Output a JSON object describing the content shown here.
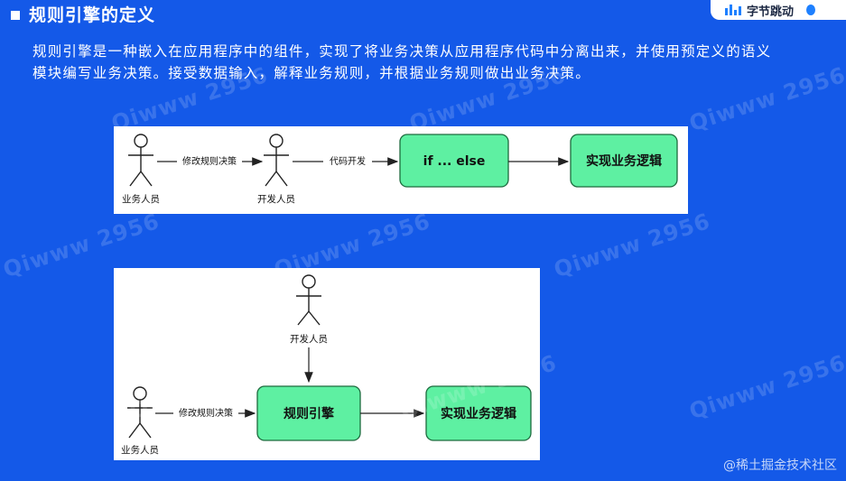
{
  "header": {
    "title": "规则引擎的定义"
  },
  "corner_badge": {
    "text": "字节跳动"
  },
  "intro": {
    "text": "规则引擎是一种嵌入在应用程序中的组件，实现了将业务决策从应用程序代码中分离出来，并使用预定义的语义模块编写业务决策。接受数据输入，解释业务规则，并根据业务规则做出业务决策。"
  },
  "diagram1": {
    "actor_business": "业务人员",
    "arrow_modify_rules": "修改规则决策",
    "actor_developer": "开发人员",
    "arrow_develop": "代码开发",
    "box_ifelse": "if ... else",
    "box_logic": "实现业务逻辑"
  },
  "diagram2": {
    "actor_developer": "开发人员",
    "actor_business": "业务人员",
    "arrow_modify_rules": "修改规则决策",
    "box_engine": "规则引擎",
    "box_logic": "实现业务逻辑"
  },
  "watermark": {
    "text": "Qiwww 2956"
  },
  "footer": {
    "credit": "@稀土掘金技术社区"
  },
  "colors": {
    "background": "#1459e8",
    "box_fill": "#5ef0a2",
    "box_stroke": "#1d6b3e"
  }
}
